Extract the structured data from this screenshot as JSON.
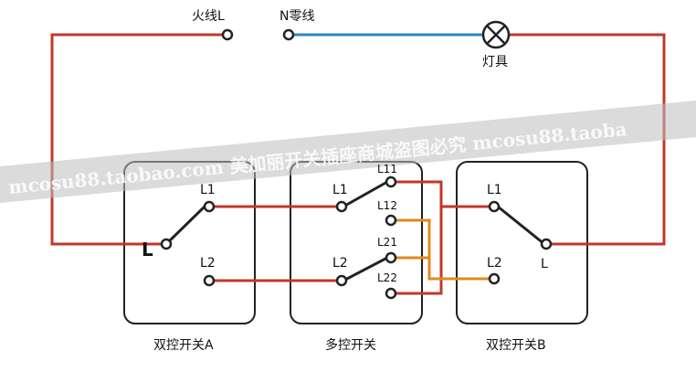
{
  "supply": {
    "live_label": "火线L",
    "neutral_label": "N零线"
  },
  "lamp": {
    "label": "灯具"
  },
  "switch_a": {
    "caption": "双控开关A",
    "terminal_common": "L",
    "terminal_1": "L1",
    "terminal_2": "L2"
  },
  "switch_mid": {
    "caption": "多控开关",
    "terminal_l1": "L1",
    "terminal_l2": "L2",
    "terminal_l11": "L11",
    "terminal_l12": "L12",
    "terminal_l21": "L21",
    "terminal_l22": "L22"
  },
  "switch_b": {
    "caption": "双控开关B",
    "terminal_common": "L",
    "terminal_1": "L1",
    "terminal_2": "L2"
  },
  "watermark": {
    "text": "mcosu88.taobao.com 美加丽开关插座商城盗图必究 mcosu88.taoba"
  },
  "colors": {
    "live_wire": "#c0392b",
    "neutral_wire": "#2e86c1",
    "traveler_wire": "#e08a1e",
    "box_border": "#222222"
  }
}
